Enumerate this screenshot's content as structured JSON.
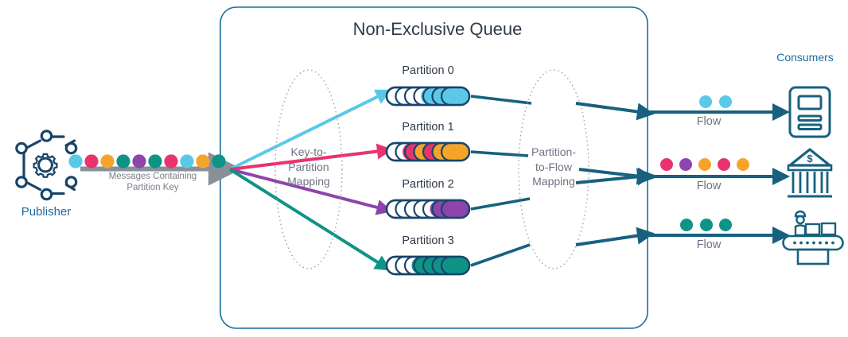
{
  "diagram": {
    "title": "Non-Exclusive Queue",
    "publisher": {
      "label": "Publisher",
      "icon": "network-gear-icon"
    },
    "messages": {
      "label": "Messages Containing\nPartition Key",
      "line1": "Messages Containing",
      "line2": "Partition Key",
      "dots": [
        "#5bc8e8",
        "#e8336d",
        "#f6a429",
        "#0e9387",
        "#8e44ad",
        "#0e9387",
        "#e8336d",
        "#5bc8e8",
        "#f6a429",
        "#0e9387"
      ]
    },
    "key_mapping": {
      "line1": "Key-to-",
      "line2": "Partition",
      "line3": "Mapping",
      "shape": "dotted-ellipse"
    },
    "flow_mapping": {
      "line1": "Partition-",
      "line2": "to-Flow",
      "line3": "Mapping",
      "shape": "dotted-ellipse"
    },
    "partitions": [
      {
        "label": "Partition 0",
        "segments": 7,
        "filled": 3,
        "color": "#5bc8e8",
        "arrow_color": "#5bc8e8"
      },
      {
        "label": "Partition 1",
        "segments": 7,
        "filled": 4,
        "colors": [
          "#e8336d",
          "#f6a429",
          "#e8336d",
          "#f6a429"
        ],
        "arrow_color": "#e8336d"
      },
      {
        "label": "Partition 2",
        "segments": 7,
        "filled": 1,
        "color": "#8e44ad",
        "arrow_color": "#8e44ad"
      },
      {
        "label": "Partition 3",
        "segments": 7,
        "filled": 4,
        "color": "#0e9387",
        "arrow_color": "#0e9387"
      }
    ],
    "flows": [
      {
        "label": "Flow",
        "dots": [
          "#5bc8e8",
          "#5bc8e8"
        ],
        "consumer_icon": "document-icon"
      },
      {
        "label": "Flow",
        "dots": [
          "#e8336d",
          "#8e44ad",
          "#f6a429",
          "#e8336d",
          "#f6a429"
        ],
        "consumer_icon": "bank-icon"
      },
      {
        "label": "Flow",
        "dots": [
          "#0e9387",
          "#0e9387",
          "#0e9387"
        ],
        "consumer_icon": "conveyor-factory-icon"
      }
    ],
    "consumers_label": "Consumers",
    "colors": {
      "brand_blue": "#12618e",
      "dark_navy": "#17456b",
      "light_blue": "#5bc8e8",
      "pink": "#e8336d",
      "orange": "#f6a429",
      "teal": "#0e9387",
      "purple": "#8e44ad",
      "gray_arrow": "#8a9099",
      "label_gray": "#6b7280",
      "title_navy": "#2f3b4a",
      "container_border": "#1a6e9e"
    }
  }
}
